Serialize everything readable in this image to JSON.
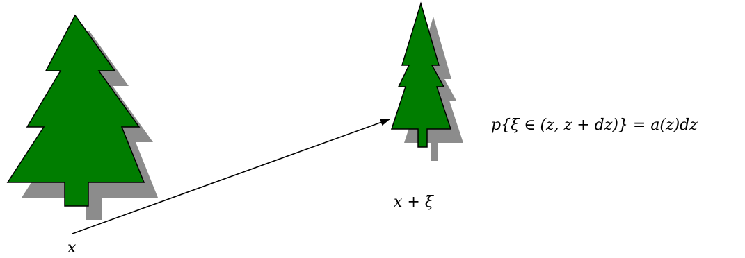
{
  "labels": {
    "origin": "x",
    "destination": "x + ξ",
    "formula": "p{ξ ∈ (z, z + dz)} = a(z)dz"
  },
  "colors": {
    "tree_fill": "#007d00",
    "tree_shadow": "#8c8c8c",
    "outline": "#000000",
    "background": "#ffffff"
  }
}
